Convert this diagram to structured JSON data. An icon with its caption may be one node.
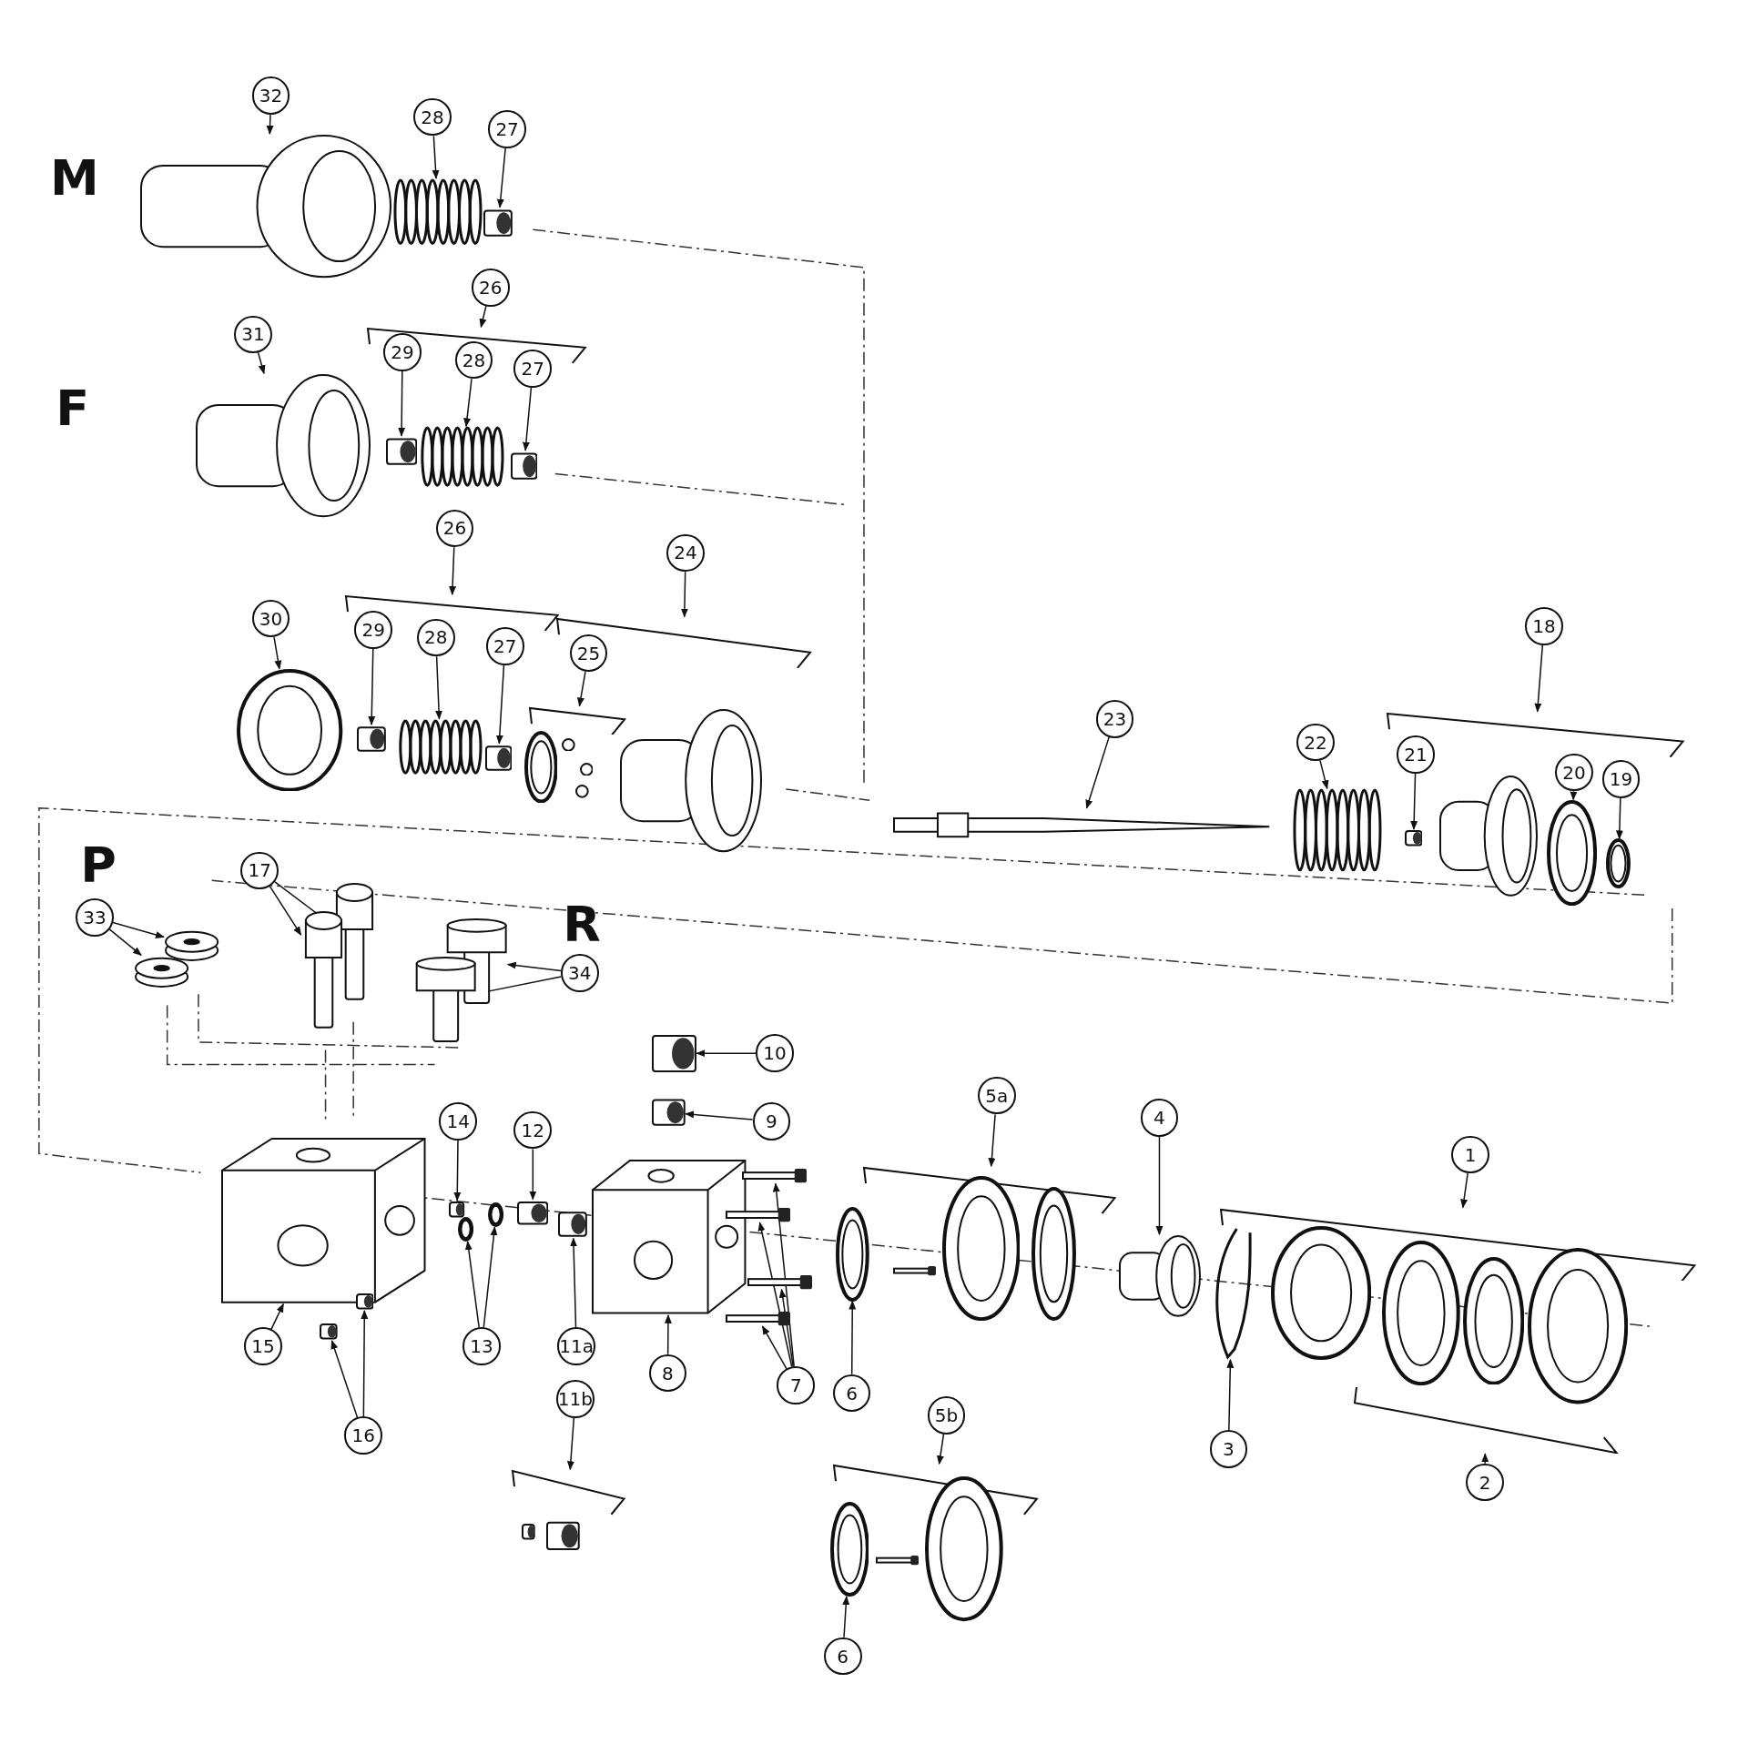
{
  "diagram": {
    "nodes": [
      {
        "text": [
          "32"
        ]
      },
      {
        "text": [],
        "shape": "picture"
      },
      {
        "text": [
          "28"
        ]
      },
      {
        "text": [],
        "shape": "picture"
      },
      {
        "text": [
          "27"
        ]
      },
      {
        "text": [],
        "shape": "picture"
      },
      {
        "text": [
          "31"
        ]
      },
      {
        "text": [],
        "shape": "picture"
      },
      {
        "text": [
          "26"
        ]
      },
      {
        "text": [],
        "shape": "bracket"
      },
      {
        "text": [
          "29"
        ]
      },
      {
        "text": [],
        "shape": "picture"
      },
      {
        "text": [
          "28"
        ]
      },
      {
        "text": [],
        "shape": "picture"
      },
      {
        "text": [
          "27"
        ]
      },
      {
        "text": [],
        "shape": "picture"
      },
      {
        "text": [
          "30"
        ]
      },
      {
        "text": [],
        "shape": "picture"
      },
      {
        "text": [
          "26"
        ]
      },
      {
        "text": [],
        "shape": "bracket"
      },
      {
        "text": [
          "29"
        ]
      },
      {
        "text": [],
        "shape": "picture"
      },
      {
        "text": [
          "28"
        ]
      },
      {
        "text": [],
        "shape": "picture"
      },
      {
        "text": [
          "27"
        ]
      },
      {
        "text": [],
        "shape": "picture"
      },
      {
        "text": [
          "25"
        ]
      },
      {
        "text": [],
        "shape": "bracket"
      },
      {
        "text": [
          "24"
        ]
      },
      {
        "text": [],
        "shape": "bracket"
      },
      {
        "text": [
          "23"
        ]
      },
      {
        "text": [],
        "shape": "picture"
      },
      {
        "text": [
          "22"
        ]
      },
      {
        "text": [],
        "shape": "picture"
      },
      {
        "text": [
          "21"
        ]
      },
      {
        "text": [],
        "shape": "picture"
      },
      {
        "text": [
          "18"
        ]
      },
      {
        "text": [],
        "shape": "bracket"
      },
      {
        "text": [
          "20"
        ]
      },
      {
        "text": [],
        "shape": "picture"
      },
      {
        "text": [
          "19"
        ]
      },
      {
        "text": [],
        "shape": "picture"
      },
      {
        "text": [
          "33"
        ]
      },
      {
        "text": [],
        "shape": "cylinder"
      },
      {
        "text": [],
        "shape": "cylinder"
      },
      {
        "text": [
          "17"
        ]
      },
      {
        "text": [],
        "shape": "picture"
      },
      {
        "text": [],
        "shape": "picture"
      },
      {
        "text": [
          "34"
        ]
      },
      {
        "text": [],
        "shape": "picture"
      },
      {
        "text": [],
        "shape": "picture"
      },
      {
        "text": [
          "15"
        ]
      },
      {
        "text": [],
        "shape": "picture"
      },
      {
        "text": [
          "16"
        ]
      },
      {
        "text": [],
        "shape": "picture"
      },
      {
        "text": [],
        "shape": "picture"
      },
      {
        "text": [
          "14"
        ]
      },
      {
        "text": [],
        "shape": "picture"
      },
      {
        "text": [
          "13"
        ]
      },
      {
        "text": [],
        "shape": "picture"
      },
      {
        "text": [],
        "shape": "picture"
      },
      {
        "text": [
          "12"
        ]
      },
      {
        "text": [],
        "shape": "picture"
      },
      {
        "text": [
          "11a"
        ]
      },
      {
        "text": [],
        "shape": "picture"
      },
      {
        "text": [
          "10"
        ]
      },
      {
        "text": [],
        "shape": "picture"
      },
      {
        "text": [
          "9"
        ]
      },
      {
        "text": [],
        "shape": "picture"
      },
      {
        "text": [
          "8"
        ]
      },
      {
        "text": [],
        "shape": "picture"
      },
      {
        "text": [
          "7"
        ]
      },
      {
        "text": [],
        "shape": "picture"
      },
      {
        "text": [],
        "shape": "picture"
      },
      {
        "text": [],
        "shape": "picture"
      },
      {
        "text": [],
        "shape": "picture"
      },
      {
        "text": [
          "6"
        ]
      },
      {
        "text": [],
        "shape": "picture"
      },
      {
        "text": [
          "5a"
        ]
      },
      {
        "text": [],
        "shape": "bracket"
      },
      {
        "text": [
          "4"
        ]
      },
      {
        "text": [],
        "shape": "picture"
      },
      {
        "text": [
          "3"
        ]
      },
      {
        "text": [],
        "shape": "picture"
      },
      {
        "text": [
          "1"
        ]
      },
      {
        "text": [],
        "shape": "bracket"
      },
      {
        "text": [
          "2"
        ]
      },
      {
        "text": [],
        "shape": "bracket"
      },
      {
        "text": [
          "11b"
        ]
      },
      {
        "text": [],
        "shape": "bracket"
      },
      {
        "text": [
          "5b"
        ]
      },
      {
        "text": [],
        "shape": "bracket"
      },
      {
        "text": [
          "6"
        ]
      },
      {
        "text": [],
        "shape": "picture"
      },
      {
        "text": [],
        "shape": "picture"
      },
      {
        "text": [],
        "shape": "ring"
      },
      {
        "text": [],
        "shape": "circle"
      },
      {
        "text": [],
        "shape": "circle"
      },
      {
        "text": [],
        "shape": "circle"
      },
      {
        "text": [],
        "shape": "picture"
      },
      {
        "text": [],
        "shape": "ring"
      },
      {
        "text": [],
        "shape": "picture"
      },
      {
        "text": [],
        "shape": "ring"
      },
      {
        "text": [],
        "shape": "ring"
      },
      {
        "text": [],
        "shape": "ring"
      },
      {
        "text": [],
        "shape": "ring"
      },
      {
        "text": [],
        "shape": "ring"
      },
      {
        "text": [],
        "shape": "picture"
      },
      {
        "text": [],
        "shape": "picture"
      },
      {
        "text": [],
        "shape": "picture"
      },
      {
        "text": [],
        "shape": "ring"
      }
    ],
    "edges": [
      {
        "from": 0,
        "to": 1,
        "arrow": "to"
      },
      {
        "from": 2,
        "to": 3,
        "arrow": "to"
      },
      {
        "from": 4,
        "to": 5,
        "arrow": "to"
      },
      {
        "from": 6,
        "to": 7,
        "arrow": "to"
      },
      {
        "from": 8,
        "to": 9,
        "arrow": "to"
      },
      {
        "from": 10,
        "to": 11,
        "arrow": "to"
      },
      {
        "from": 12,
        "to": 13,
        "arrow": "to"
      },
      {
        "from": 14,
        "to": 15,
        "arrow": "to"
      },
      {
        "from": 16,
        "to": 17,
        "arrow": "to"
      },
      {
        "from": 18,
        "to": 19,
        "arrow": "to"
      },
      {
        "from": 20,
        "to": 21,
        "arrow": "to"
      },
      {
        "from": 22,
        "to": 23,
        "arrow": "to"
      },
      {
        "from": 24,
        "to": 25,
        "arrow": "to"
      },
      {
        "from": 26,
        "to": 27,
        "arrow": "to"
      },
      {
        "from": 28,
        "to": 29,
        "arrow": "to"
      },
      {
        "from": 30,
        "to": 31,
        "arrow": "to"
      },
      {
        "from": 32,
        "to": 33,
        "arrow": "to"
      },
      {
        "from": 34,
        "to": 35,
        "arrow": "to"
      },
      {
        "from": 36,
        "to": 37,
        "arrow": "to"
      },
      {
        "from": 38,
        "to": 39,
        "arrow": "to"
      },
      {
        "from": 40,
        "to": 41,
        "arrow": "to"
      },
      {
        "from": 42,
        "to": 43,
        "arrow": "to"
      },
      {
        "from": 42,
        "to": 44,
        "arrow": "to"
      },
      {
        "from": 45,
        "to": 46,
        "arrow": "to"
      },
      {
        "from": 45,
        "to": 47,
        "arrow": "to"
      },
      {
        "from": 48,
        "to": 49,
        "arrow": "to"
      },
      {
        "from": 48,
        "to": 50,
        "arrow": "to"
      },
      {
        "from": 51,
        "to": 52,
        "arrow": "to"
      },
      {
        "from": 53,
        "to": 54,
        "arrow": "to"
      },
      {
        "from": 53,
        "to": 55,
        "arrow": "to"
      },
      {
        "from": 56,
        "to": 57,
        "arrow": "to"
      },
      {
        "from": 58,
        "to": 59,
        "arrow": "to"
      },
      {
        "from": 58,
        "to": 60,
        "arrow": "to"
      },
      {
        "from": 61,
        "to": 62,
        "arrow": "to"
      },
      {
        "from": 63,
        "to": 64,
        "arrow": "to"
      },
      {
        "from": 65,
        "to": 66,
        "arrow": "to"
      },
      {
        "from": 67,
        "to": 68,
        "arrow": "to"
      },
      {
        "from": 69,
        "to": 70,
        "arrow": "to"
      },
      {
        "from": 71,
        "to": 72,
        "arrow": "to"
      },
      {
        "from": 71,
        "to": 73,
        "arrow": "to"
      },
      {
        "from": 71,
        "to": 74,
        "arrow": "to"
      },
      {
        "from": 71,
        "to": 75,
        "arrow": "to"
      },
      {
        "from": 76,
        "to": 77,
        "arrow": "to"
      },
      {
        "from": 78,
        "to": 79,
        "arrow": "to"
      },
      {
        "from": 80,
        "to": 81,
        "arrow": "to"
      },
      {
        "from": 82,
        "to": 83,
        "arrow": "to"
      },
      {
        "from": 84,
        "to": 85,
        "arrow": "to"
      },
      {
        "from": 86,
        "to": 87,
        "arrow": "to"
      },
      {
        "from": 88,
        "to": 89,
        "arrow": "to"
      },
      {
        "from": 90,
        "to": 91,
        "arrow": "to"
      },
      {
        "from": 92,
        "to": 93,
        "arrow": "to"
      }
    ],
    "labels": [
      "M",
      "F",
      "P",
      "R"
    ]
  }
}
